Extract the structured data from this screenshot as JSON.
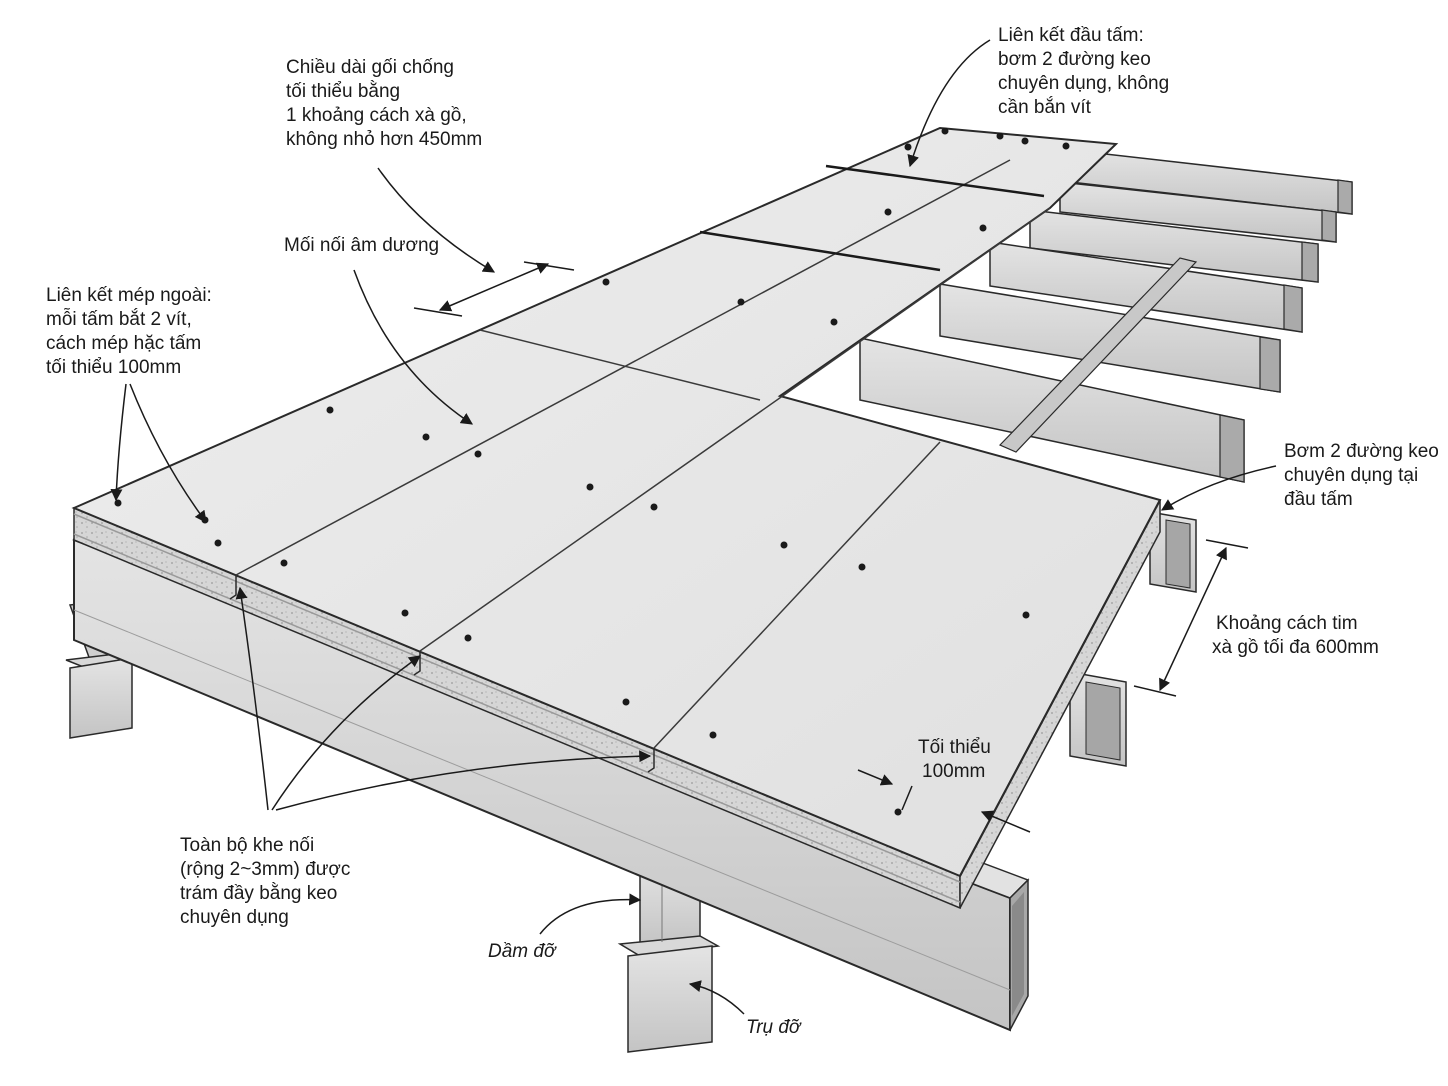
{
  "annotations": {
    "support_length": [
      "Chiều dài gối chống",
      "tối thiểu bằng",
      "1 khoảng cách xà gồ,",
      "không nhỏ hơn 450mm"
    ],
    "tongue_groove": [
      "Mối nối âm dương"
    ],
    "edge_connection": [
      "Liên kết mép ngoài:",
      "mỗi tấm bắt 2 vít,",
      "cách mép hặc tấm",
      "tối thiểu 100mm"
    ],
    "end_connection": [
      "Liên kết đầu tấm:",
      "bơm 2 đường keo",
      "chuyên dụng, không",
      "cần bắn vít"
    ],
    "glue_ends": [
      "Bơm 2 đường keo",
      "chuyên dụng tại",
      "đầu tấm"
    ],
    "joist_spacing": [
      "Khoảng cách tim",
      "xà gồ tối đa 600mm"
    ],
    "min_100": [
      "Tối thiểu",
      "100mm"
    ],
    "joints": [
      "Toàn bộ khe nối",
      "(rộng 2~3mm) được",
      "trám đầy bằng keo",
      "chuyên dụng"
    ],
    "beam": "Dầm đỡ",
    "post": "Trụ đỡ"
  },
  "colors": {
    "panel_top": "#e6e6e6",
    "panel_edge": "#d2d2d2",
    "steel_light": "#dcdcdc",
    "steel_dark": "#b4b4b4",
    "line": "#2a2a2a"
  }
}
